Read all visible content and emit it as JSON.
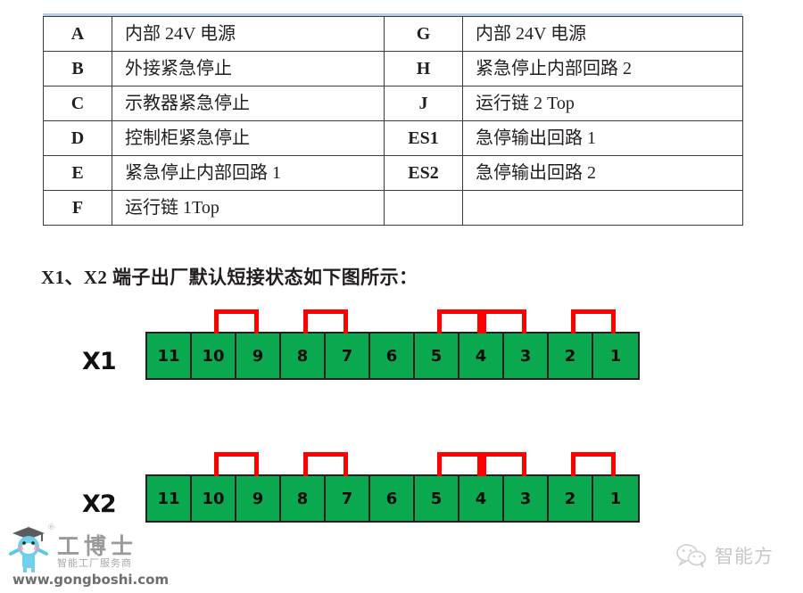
{
  "legend_table": {
    "rows": [
      {
        "code_left": "A",
        "desc_left": "内部 24V 电源",
        "code_right": "G",
        "desc_right": "内部 24V 电源"
      },
      {
        "code_left": "B",
        "desc_left": "外接紧急停止",
        "code_right": "H",
        "desc_right": "紧急停止内部回路 2"
      },
      {
        "code_left": "C",
        "desc_left": "示教器紧急停止",
        "code_right": "J",
        "desc_right": "运行链 2 Top"
      },
      {
        "code_left": "D",
        "desc_left": "控制柜紧急停止",
        "code_right": "ES1",
        "desc_right": "急停输出回路 1"
      },
      {
        "code_left": "E",
        "desc_left": "紧急停止内部回路 1",
        "code_right": "ES2",
        "desc_right": "急停输出回路 2"
      },
      {
        "code_left": "F",
        "desc_left": "运行链 1Top",
        "code_right": "",
        "desc_right": ""
      }
    ]
  },
  "section": {
    "heading": "X1、X2 端子出厂默认短接状态如下图所示："
  },
  "diagrams": [
    {
      "label": "X1",
      "terminals": [
        "11",
        "10",
        "9",
        "8",
        "7",
        "6",
        "5",
        "4",
        "3",
        "2",
        "1"
      ],
      "jumpers": [
        {
          "from": "10",
          "to": "9"
        },
        {
          "from": "8",
          "to": "7"
        },
        {
          "from": "5",
          "to": "4"
        },
        {
          "from": "4",
          "to": "3"
        },
        {
          "from": "2",
          "to": "1"
        }
      ]
    },
    {
      "label": "X2",
      "terminals": [
        "11",
        "10",
        "9",
        "8",
        "7",
        "6",
        "5",
        "4",
        "3",
        "2",
        "1"
      ],
      "jumpers": [
        {
          "from": "10",
          "to": "9"
        },
        {
          "from": "8",
          "to": "7"
        },
        {
          "from": "5",
          "to": "4"
        },
        {
          "from": "4",
          "to": "3"
        },
        {
          "from": "2",
          "to": "1"
        }
      ]
    }
  ],
  "watermarks": {
    "gongboshi": {
      "brand": "工博士",
      "tagline": "智能工厂服务商",
      "url": "www.gongboshi.com",
      "registered_mark": "®"
    },
    "wechat": {
      "label": "智能方"
    }
  },
  "colors": {
    "terminal_green": "#0aa84f",
    "jumper_red": "#ff0000",
    "table_border": "#3b3b3b",
    "top_rule_blue": "#b8cce4"
  }
}
